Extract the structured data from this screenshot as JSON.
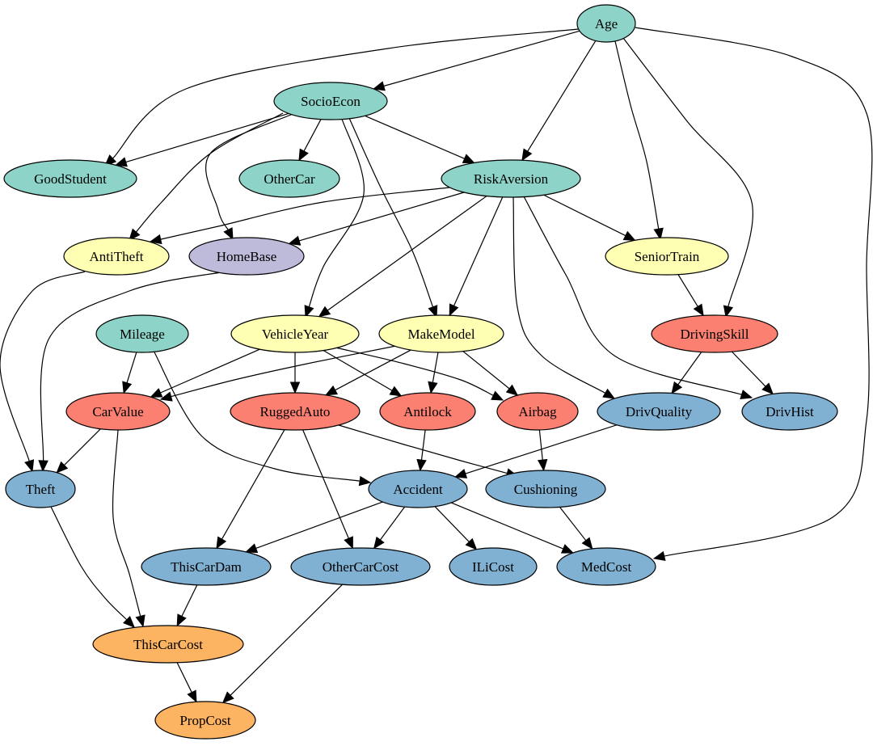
{
  "colors": {
    "teal": "#8dd3c7",
    "yellow": "#ffffb3",
    "lavender": "#bebada",
    "salmon": "#fb8072",
    "blue": "#80b1d3",
    "orange": "#fdb462"
  },
  "nodes": {
    "age": {
      "label": "Age",
      "color": "teal"
    },
    "socioecon": {
      "label": "SocioEcon",
      "color": "teal"
    },
    "goodstudent": {
      "label": "GoodStudent",
      "color": "teal"
    },
    "othercar": {
      "label": "OtherCar",
      "color": "teal"
    },
    "riskaversion": {
      "label": "RiskAversion",
      "color": "teal"
    },
    "antitheft": {
      "label": "AntiTheft",
      "color": "yellow"
    },
    "homebase": {
      "label": "HomeBase",
      "color": "lavender"
    },
    "seniortrain": {
      "label": "SeniorTrain",
      "color": "yellow"
    },
    "mileage": {
      "label": "Mileage",
      "color": "teal"
    },
    "vehicleyear": {
      "label": "VehicleYear",
      "color": "yellow"
    },
    "makemodel": {
      "label": "MakeModel",
      "color": "yellow"
    },
    "drivingskill": {
      "label": "DrivingSkill",
      "color": "salmon"
    },
    "carvalue": {
      "label": "CarValue",
      "color": "salmon"
    },
    "ruggedauto": {
      "label": "RuggedAuto",
      "color": "salmon"
    },
    "antilock": {
      "label": "Antilock",
      "color": "salmon"
    },
    "airbag": {
      "label": "Airbag",
      "color": "salmon"
    },
    "drivquality": {
      "label": "DrivQuality",
      "color": "blue"
    },
    "drivhist": {
      "label": "DrivHist",
      "color": "blue"
    },
    "theft": {
      "label": "Theft",
      "color": "blue"
    },
    "accident": {
      "label": "Accident",
      "color": "blue"
    },
    "cushioning": {
      "label": "Cushioning",
      "color": "blue"
    },
    "thiscardam": {
      "label": "ThisCarDam",
      "color": "blue"
    },
    "othercarcost": {
      "label": "OtherCarCost",
      "color": "blue"
    },
    "ilicost": {
      "label": "ILiCost",
      "color": "blue"
    },
    "medcost": {
      "label": "MedCost",
      "color": "blue"
    },
    "thiscarcost": {
      "label": "ThisCarCost",
      "color": "orange"
    },
    "propcost": {
      "label": "PropCost",
      "color": "orange"
    }
  },
  "edges": [
    [
      "age",
      "socioecon"
    ],
    [
      "age",
      "goodstudent"
    ],
    [
      "age",
      "riskaversion"
    ],
    [
      "age",
      "seniortrain"
    ],
    [
      "age",
      "drivingskill"
    ],
    [
      "age",
      "medcost"
    ],
    [
      "socioecon",
      "goodstudent"
    ],
    [
      "socioecon",
      "othercar"
    ],
    [
      "socioecon",
      "riskaversion"
    ],
    [
      "socioecon",
      "antitheft"
    ],
    [
      "socioecon",
      "homebase"
    ],
    [
      "socioecon",
      "vehicleyear"
    ],
    [
      "socioecon",
      "makemodel"
    ],
    [
      "riskaversion",
      "antitheft"
    ],
    [
      "riskaversion",
      "homebase"
    ],
    [
      "riskaversion",
      "seniortrain"
    ],
    [
      "riskaversion",
      "vehicleyear"
    ],
    [
      "riskaversion",
      "makemodel"
    ],
    [
      "riskaversion",
      "drivquality"
    ],
    [
      "riskaversion",
      "drivhist"
    ],
    [
      "antitheft",
      "theft"
    ],
    [
      "homebase",
      "theft"
    ],
    [
      "seniortrain",
      "drivingskill"
    ],
    [
      "drivingskill",
      "drivquality"
    ],
    [
      "drivingskill",
      "drivhist"
    ],
    [
      "mileage",
      "carvalue"
    ],
    [
      "mileage",
      "accident"
    ],
    [
      "vehicleyear",
      "carvalue"
    ],
    [
      "vehicleyear",
      "ruggedauto"
    ],
    [
      "vehicleyear",
      "antilock"
    ],
    [
      "vehicleyear",
      "airbag"
    ],
    [
      "makemodel",
      "carvalue"
    ],
    [
      "makemodel",
      "ruggedauto"
    ],
    [
      "makemodel",
      "antilock"
    ],
    [
      "makemodel",
      "airbag"
    ],
    [
      "carvalue",
      "theft"
    ],
    [
      "carvalue",
      "thiscarcost"
    ],
    [
      "ruggedauto",
      "cushioning"
    ],
    [
      "ruggedauto",
      "thiscardam"
    ],
    [
      "ruggedauto",
      "othercarcost"
    ],
    [
      "antilock",
      "accident"
    ],
    [
      "airbag",
      "cushioning"
    ],
    [
      "drivquality",
      "accident"
    ],
    [
      "accident",
      "thiscardam"
    ],
    [
      "accident",
      "othercarcost"
    ],
    [
      "accident",
      "ilicost"
    ],
    [
      "accident",
      "medcost"
    ],
    [
      "cushioning",
      "medcost"
    ],
    [
      "theft",
      "thiscarcost"
    ],
    [
      "thiscardam",
      "thiscarcost"
    ],
    [
      "thiscarcost",
      "propcost"
    ],
    [
      "othercarcost",
      "propcost"
    ]
  ]
}
